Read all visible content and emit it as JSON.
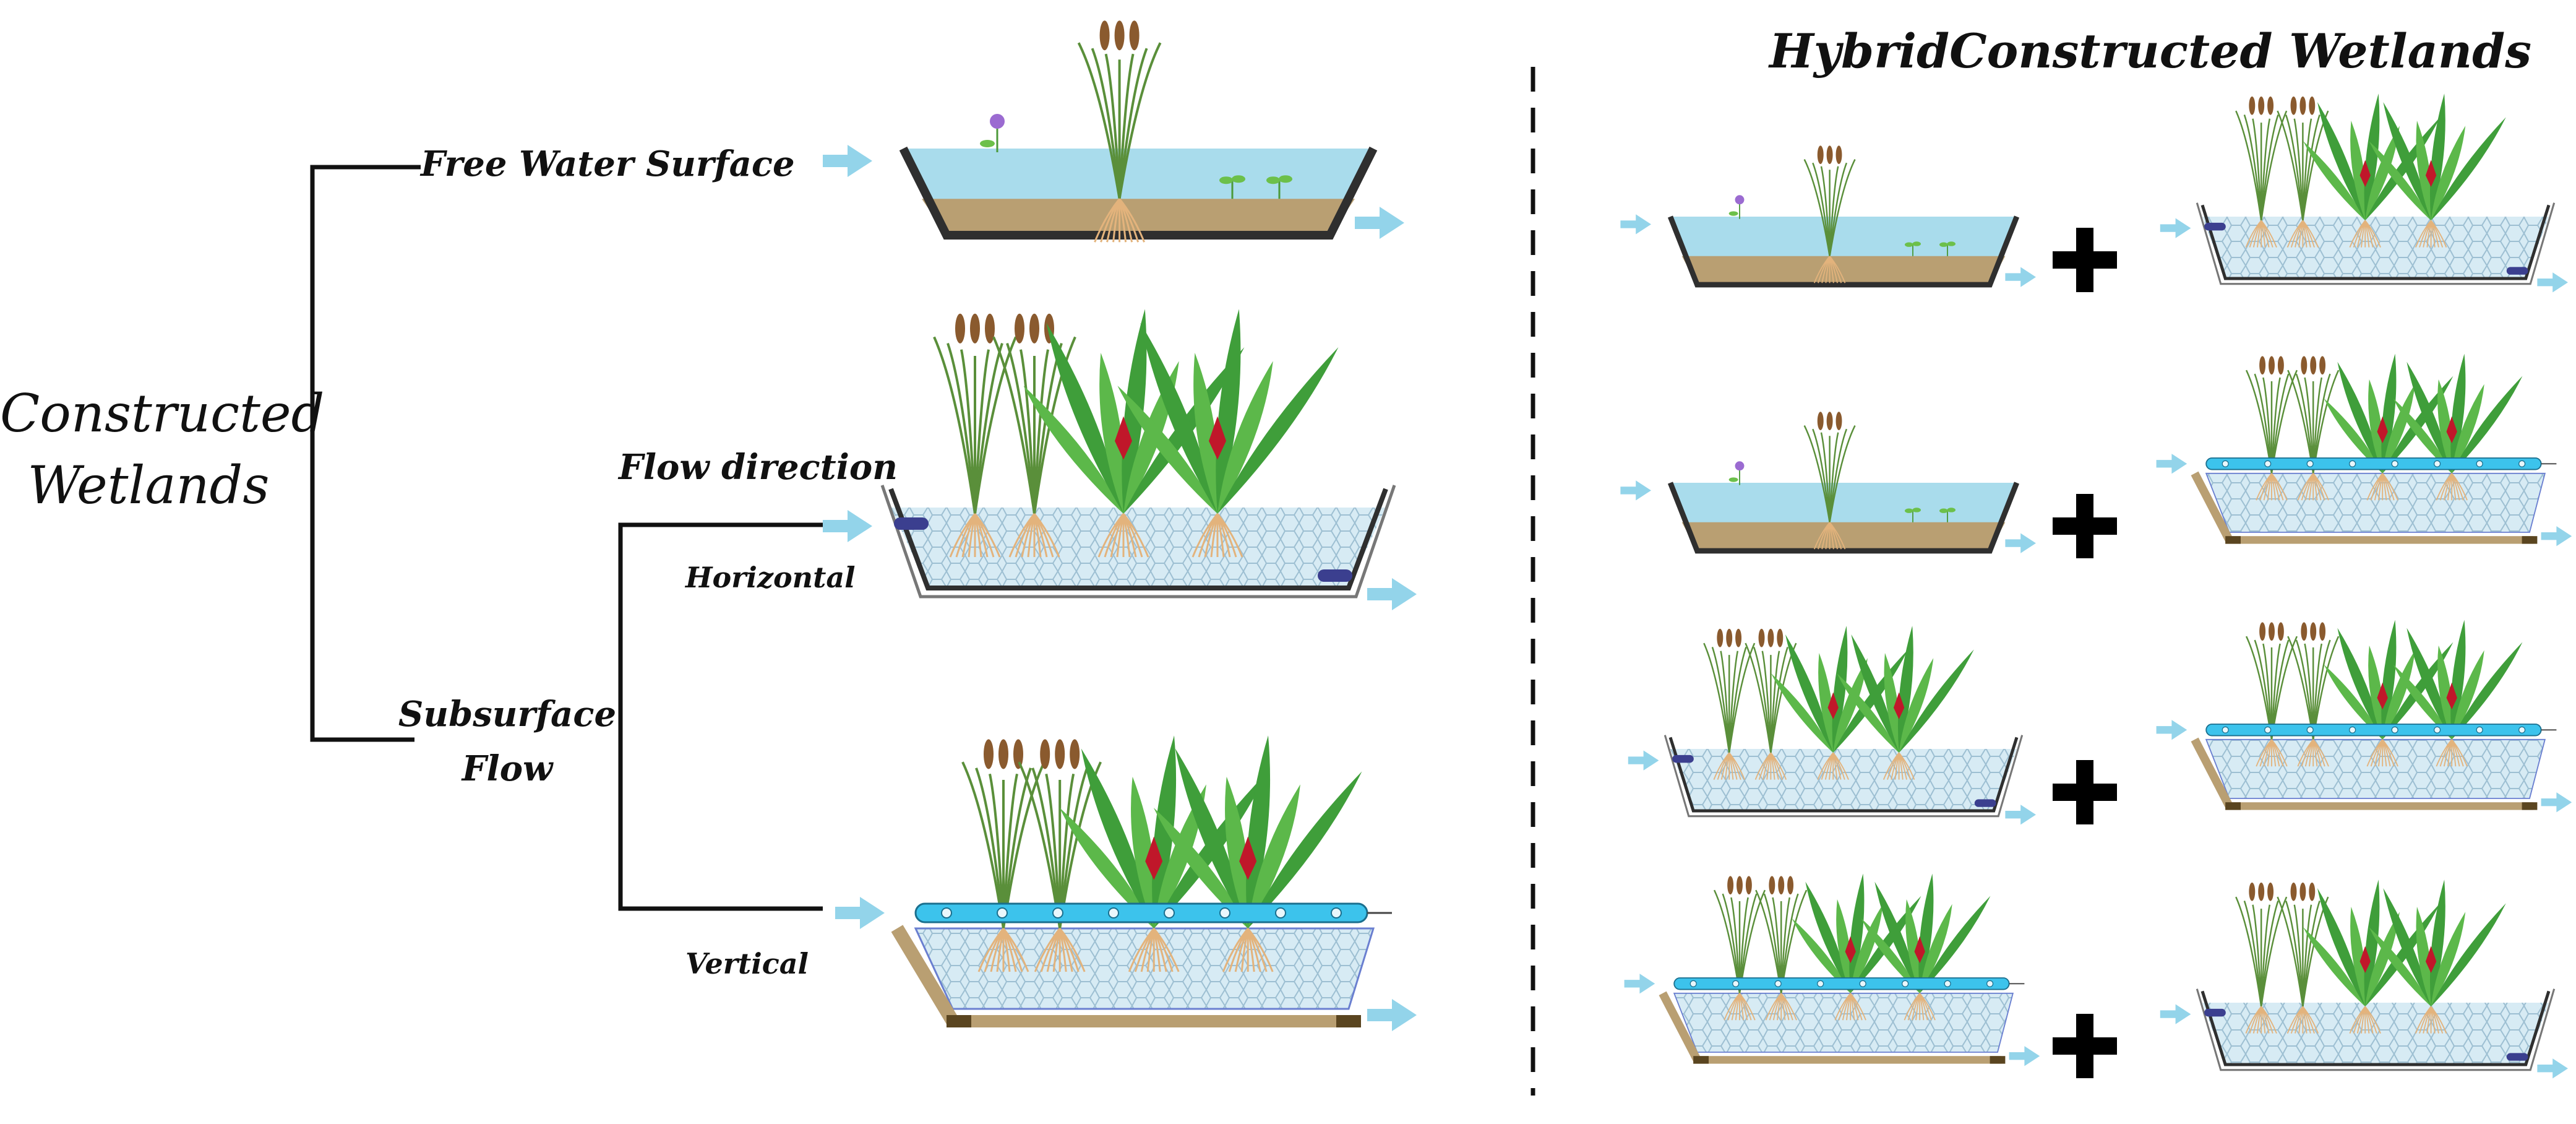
{
  "labels": {
    "main_title_line1": "Constructed",
    "main_title_line2": "Wetlands",
    "hybrid_title": "HybridConstructed Wetlands",
    "free_water_surface": "Free Water Surface",
    "subsurface_line1": "Subsurface",
    "subsurface_line2": "Flow",
    "flow_direction": "Flow direction",
    "horizontal": "Horizontal",
    "vertical": "Vertical"
  },
  "combine_symbol": "+",
  "colors": {
    "water": "#a9dcec",
    "gravel": "#d7ebf4",
    "soil": "#b99f72",
    "basin_wall": "#2f2f2f",
    "arrow": "#93d4ea",
    "pipe": "#3cc3ec",
    "cattail_head": "#8a5a2e",
    "leaf": "#3f9e3a",
    "flower": "#c0172a",
    "root": "#e3b37c",
    "valve": "#3b3f8f"
  },
  "units": {
    "left": [
      {
        "type": "fws",
        "name": "free-water-surface"
      },
      {
        "type": "hssf",
        "name": "horizontal-subsurface-flow"
      },
      {
        "type": "vssf",
        "name": "vertical-subsurface-flow"
      }
    ],
    "hybrid": [
      [
        "fws",
        "hssf"
      ],
      [
        "fws",
        "vssf"
      ],
      [
        "hssf",
        "vssf"
      ],
      [
        "vssf",
        "hssf"
      ]
    ]
  }
}
